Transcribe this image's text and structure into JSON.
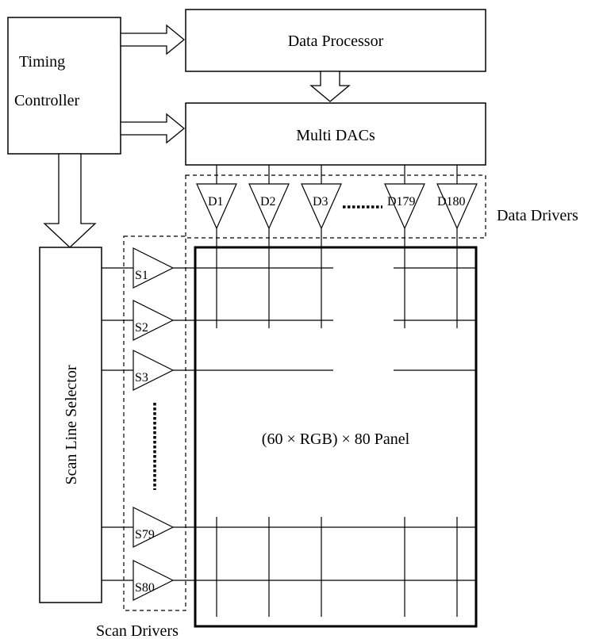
{
  "blocks": {
    "timing_controller": [
      "Timing",
      "Controller"
    ],
    "data_processor": "Data Processor",
    "multi_dacs": "Multi DACs",
    "scan_line_selector": "Scan Line Selector",
    "panel": "(60 × RGB) × 80 Panel"
  },
  "groups": {
    "data_drivers": "Data Drivers",
    "scan_drivers": "Scan Drivers"
  },
  "data_drivers": [
    "D1",
    "D2",
    "D3",
    "D179",
    "D180"
  ],
  "scan_drivers": [
    "S1",
    "S2",
    "S3",
    "S79",
    "S80"
  ]
}
